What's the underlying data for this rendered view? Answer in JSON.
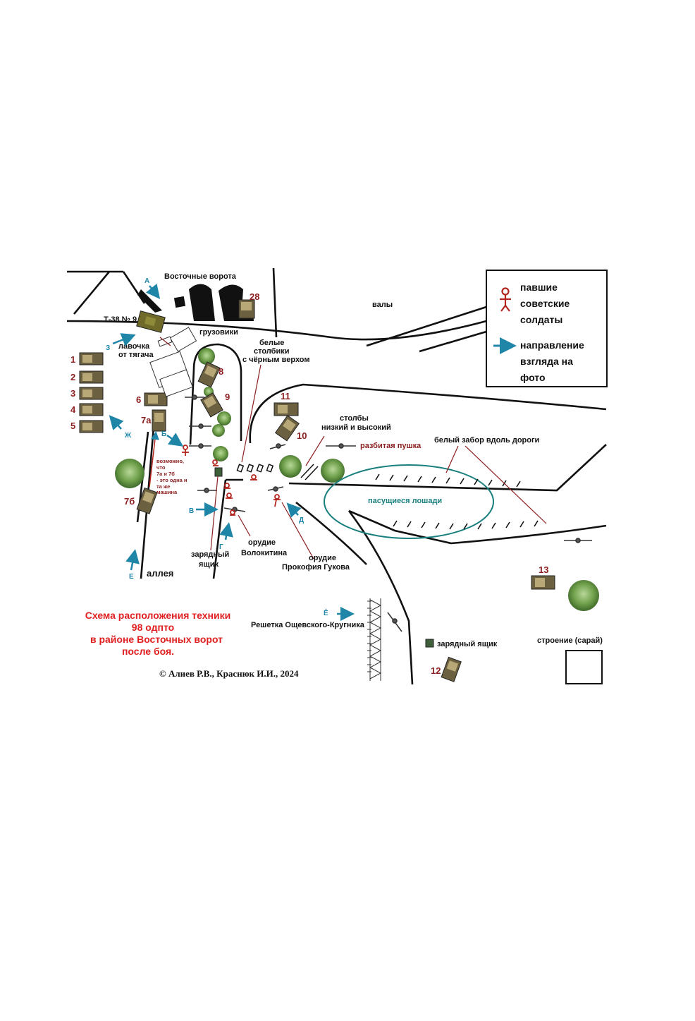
{
  "legend": {
    "fallen_label_lines": [
      "павшие",
      "советские",
      "солдаты"
    ],
    "direction_label_lines": [
      "направление",
      "взгляда на",
      "фото"
    ]
  },
  "title_lines": [
    "Схема расположения техники",
    "98 одпто",
    "в районе  Восточных ворот",
    "после боя."
  ],
  "copyright": "© Алиев Р.В., Краснюк И.И., 2024",
  "labels": {
    "east_gate": "Восточные ворота",
    "valy": "валы",
    "t38": "Т-38 № 9",
    "trucks": "грузовики",
    "bench": [
      "лавочка",
      "от тягача"
    ],
    "white_posts": [
      "белые",
      "столбики",
      "с чёрным верхом"
    ],
    "poles": [
      "столбы",
      "низкий и высокий"
    ],
    "broken_gun": "разбитая пушка",
    "white_fence": "белый забор вдоль дороги",
    "horses": "пасущиеся лошади",
    "volokitin_gun": [
      "орудие",
      "Волокитина"
    ],
    "gukov_gun": [
      "орудие",
      "Прокофия Гукова"
    ],
    "ammo_box_1": [
      "зарядный",
      "ящик"
    ],
    "ammo_box_2": "зарядный ящик",
    "alley": "аллея",
    "grate": "Решетка Ощевского-Кругника",
    "shed": "строение (сарай)",
    "maybe_note": [
      "возможно,",
      "что",
      "7а и 7б",
      "- это одна и",
      "та же",
      "машина"
    ]
  },
  "vehicle_numbers": [
    "1",
    "2",
    "3",
    "4",
    "5",
    "6",
    "7а",
    "7б",
    "8",
    "9",
    "10",
    "11",
    "12",
    "13",
    "28"
  ],
  "photo_points": [
    "А",
    "Б",
    "В",
    "Г",
    "Д",
    "Е",
    "Ё",
    "Ж",
    "З"
  ],
  "colors": {
    "road": "#111111",
    "label_red": "#8b1e1e",
    "title_red": "#e02020",
    "arrow_teal": "#1f86a8",
    "horse_area": "#1a7f7f",
    "ammo_box": "#3f5f3a",
    "vehicle_body": "#8a7a4a"
  }
}
